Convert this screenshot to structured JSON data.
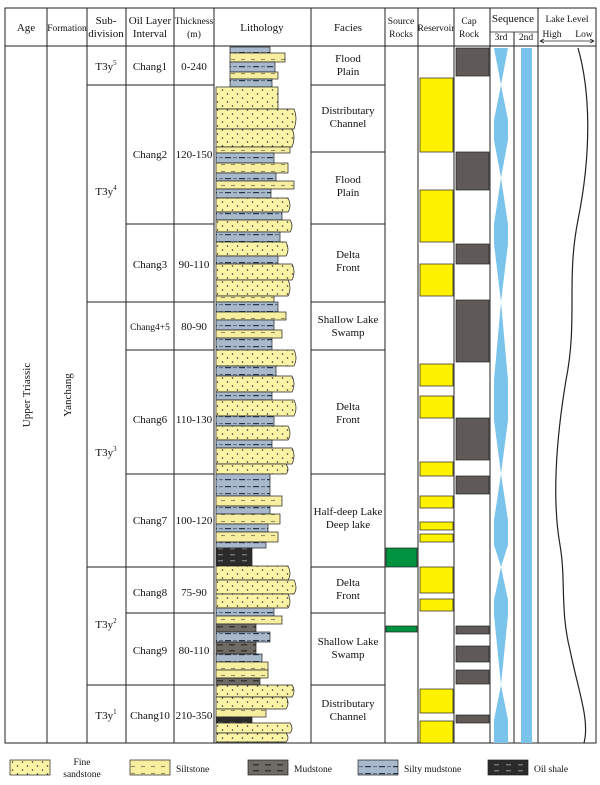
{
  "headers": {
    "age": "Age",
    "formation": "Formation",
    "subdivision": [
      "Sub-",
      "division"
    ],
    "oil_layer": [
      "Oil Layer",
      "Interval"
    ],
    "thickness": [
      "Thickness",
      "(m)"
    ],
    "lithology": "Lithology",
    "facies": "Facies",
    "source_rocks": [
      "Source",
      "Rocks"
    ],
    "reservoir": "Reservoir",
    "cap_rock": [
      "Cap",
      "Rock"
    ],
    "sequence": "Sequence",
    "sequence_3rd": "3rd",
    "sequence_2nd": "2nd",
    "lake_level": "Lake Level",
    "lake_high": "High",
    "lake_low": "Low"
  },
  "age": "Upper Triassic",
  "formation": "Yanchang",
  "subdivisions": [
    {
      "label": "T3y",
      "sup": "5"
    },
    {
      "label": "T3y",
      "sup": "4"
    },
    {
      "label": "T3y",
      "sup": "3"
    },
    {
      "label": "T3y",
      "sup": "2"
    },
    {
      "label": "T3y",
      "sup": "1"
    }
  ],
  "intervals": [
    {
      "name": "Chang1",
      "thickness": "0-240"
    },
    {
      "name": "Chang2",
      "thickness": "120-150"
    },
    {
      "name": "Chang3",
      "thickness": "90-110"
    },
    {
      "name": "Chang4+5",
      "thickness": "80-90"
    },
    {
      "name": "Chang6",
      "thickness": "110-130"
    },
    {
      "name": "Chang7",
      "thickness": "100-120"
    },
    {
      "name": "Chang8",
      "thickness": "75-90"
    },
    {
      "name": "Chang9",
      "thickness": "80-110"
    },
    {
      "name": "Chang10",
      "thickness": "210-350"
    }
  ],
  "facies": [
    [
      "Flood",
      "Plain"
    ],
    [
      "Distributary",
      "Channel"
    ],
    [
      "Flood",
      "Plain"
    ],
    [
      "Delta",
      "Front"
    ],
    [
      "Shallow Lake",
      "Swamp"
    ],
    [
      "Delta",
      "Front"
    ],
    [
      "Half-deep Lake",
      "Deep lake"
    ],
    [
      "Delta",
      "Front"
    ],
    [
      "Shallow Lake",
      "Swamp"
    ],
    [
      "Distributary",
      "Channel"
    ]
  ],
  "legend": [
    {
      "label": "Fine sandstone",
      "lines": [
        "Fine",
        "sandstone"
      ]
    },
    {
      "label": "Siltstone",
      "lines": [
        "Siltstone"
      ]
    },
    {
      "label": "Mudstone",
      "lines": [
        "Mudstone"
      ]
    },
    {
      "label": "Silty mudstone",
      "lines": [
        "Silty mudstone"
      ]
    },
    {
      "label": "Oil shale",
      "lines": [
        "Oil shale"
      ]
    }
  ],
  "colors": {
    "sandstone": "#fbf3a6",
    "siltstone": "#f7eea0",
    "mudstone": "#6e6a66",
    "silty_mudstone": "#a9b9cc",
    "oil_shale": "#2b2b2b",
    "reservoir": "#fff200",
    "cap_rock": "#5f5a57",
    "source_rock": "#00923f",
    "sequence": "#7ac4ec",
    "line": "#222222"
  }
}
